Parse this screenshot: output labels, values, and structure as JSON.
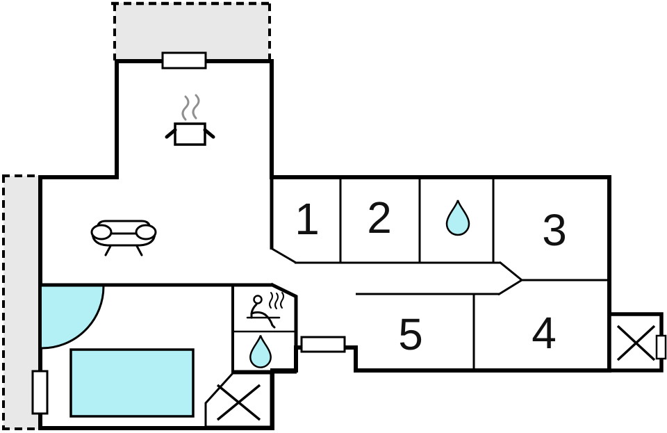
{
  "floorplan": {
    "title": "holiday-home-floor-plan",
    "rooms": [
      {
        "id": "room-1",
        "label": "1"
      },
      {
        "id": "room-2",
        "label": "2"
      },
      {
        "id": "room-3",
        "label": "3"
      },
      {
        "id": "room-4",
        "label": "4"
      },
      {
        "id": "room-5",
        "label": "5"
      }
    ],
    "icons": [
      "cooking-pot-icon",
      "steam-icon",
      "sofa-icon",
      "door-swing-arc",
      "double-bed",
      "sauna-person-icon",
      "water-drop-icon",
      "water-drop-icon-small",
      "crossed-box",
      "crossed-box-annex",
      "window",
      "entrance-door",
      "terrace"
    ],
    "colors": {
      "wall": "#000000",
      "terrace": "#e8e8e8",
      "water": "#b2f0f5",
      "steam": "#8f8f8f",
      "background": "#ffffff"
    }
  }
}
